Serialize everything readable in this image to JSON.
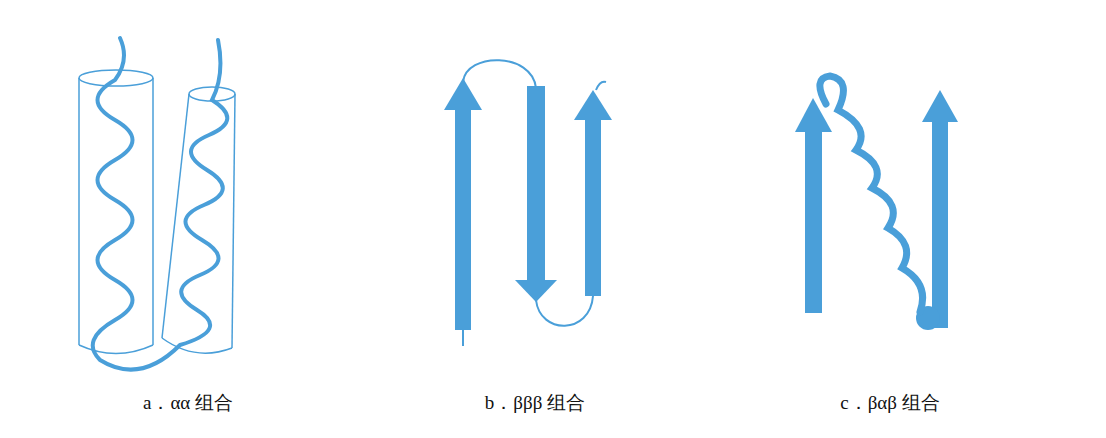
{
  "diagram": {
    "labels": [
      "a．αα 组合",
      "b．βββ 组合",
      "c．βαβ 组合"
    ]
  }
}
